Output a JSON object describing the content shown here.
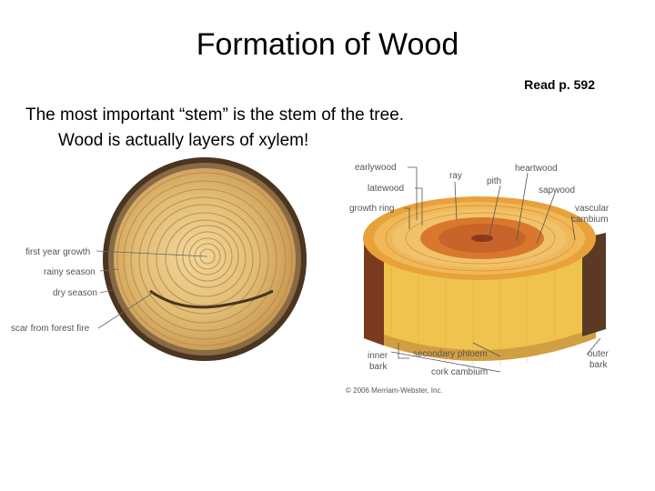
{
  "slide": {
    "title": "Formation of Wood",
    "reference": "Read p. 592",
    "body_line1": "The most important “stem” is the stem of the tree.",
    "body_line2": "Wood is actually layers of xylem!"
  },
  "cross_section": {
    "labels": {
      "first_year_growth": "first year growth",
      "rainy_season": "rainy season",
      "dry_season": "dry season",
      "scar": "scar from forest fire"
    }
  },
  "trunk_diagram": {
    "labels": {
      "earlywood": "earlywood",
      "latewood": "latewood",
      "growth_ring": "growth ring",
      "ray": "ray",
      "pith": "pith",
      "heartwood": "heartwood",
      "sapwood": "sapwood",
      "vascular_1": "vascular",
      "vascular_2": "cambium",
      "inner_1": "inner",
      "inner_2": "bark",
      "secondary_phloem": "secondary phloem",
      "cork_cambium": "cork cambium",
      "outer_1": "outer",
      "outer_2": "bark",
      "copyright": "© 2006 Merriam-Webster, Inc."
    }
  }
}
